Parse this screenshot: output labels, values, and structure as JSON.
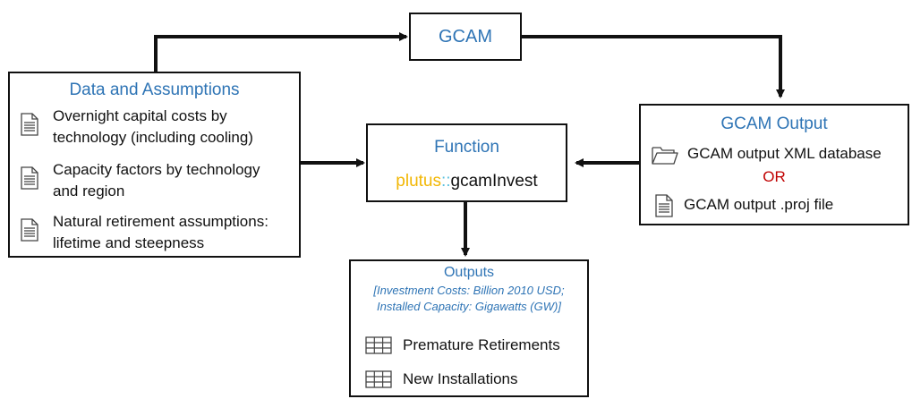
{
  "gcam": {
    "label": "GCAM"
  },
  "data_assumptions": {
    "title": "Data and Assumptions",
    "items": [
      {
        "icon": "document-icon",
        "lines": [
          "Overnight capital costs by",
          "technology (including cooling)"
        ]
      },
      {
        "icon": "document-icon",
        "lines": [
          "Capacity factors by technology",
          "and region"
        ]
      },
      {
        "icon": "document-icon",
        "lines": [
          "Natural retirement assumptions:",
          "lifetime and steepness"
        ]
      }
    ]
  },
  "function": {
    "title": "Function",
    "pkg": "plutus",
    "sep": "::",
    "fn": "gcamInvest"
  },
  "gcam_output": {
    "title": "GCAM Output",
    "option1": {
      "icon": "folder-icon",
      "label": "GCAM output XML database"
    },
    "or_label": "OR",
    "option2": {
      "icon": "document-icon",
      "label": "GCAM output .proj file"
    }
  },
  "outputs": {
    "title": "Outputs",
    "units_line1": "[Investment Costs: Billion 2010 USD;",
    "units_line2": "Installed Capacity: Gigawatts (GW)]",
    "items": [
      {
        "icon": "table-icon",
        "label": "Premature Retirements"
      },
      {
        "icon": "table-icon",
        "label": "New Installations"
      }
    ]
  },
  "colors": {
    "title_blue": "#2E74B5",
    "plutus_gold": "#F2B705",
    "sep_cyan": "#5BC0DE",
    "or_red": "#C00000",
    "line": "#111111"
  }
}
